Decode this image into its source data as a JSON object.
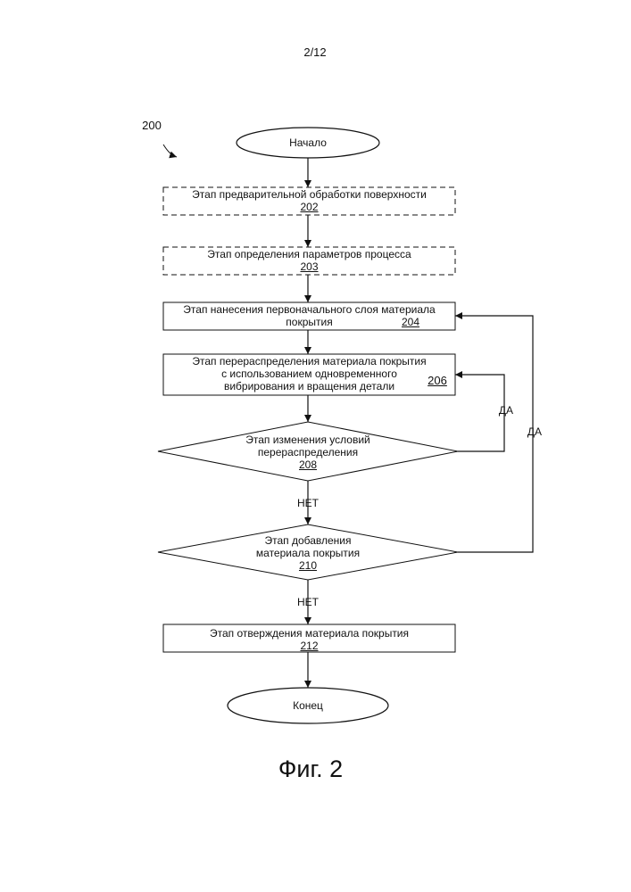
{
  "page_number": "2/12",
  "diagram_ref": "200",
  "nodes": {
    "start": {
      "label": "Начало"
    },
    "s202": {
      "label": "Этап предварительной обработки поверхности",
      "ref": "202"
    },
    "s203": {
      "label": "Этап определения параметров процесса",
      "ref": "203"
    },
    "s204": {
      "label_1": "Этап нанесения первоначального слоя материала",
      "label_2": "покрытия",
      "ref": "204"
    },
    "s206": {
      "label_1": "Этап перераспределения материала покрытия",
      "label_2": "с использованием одновременного",
      "label_3": "вибрирования и вращения детали",
      "ref": "206"
    },
    "d208": {
      "label_1": "Этап изменения условий",
      "label_2": "перераспределения",
      "ref": "208"
    },
    "d210": {
      "label_1": "Этап добавления",
      "label_2": "материала покрытия",
      "ref": "210"
    },
    "s212": {
      "label": "Этап отверждения материала покрытия",
      "ref": "212"
    },
    "end": {
      "label": "Конец"
    }
  },
  "edges": {
    "yes_208": "ДА",
    "no_208": "НЕТ",
    "yes_210": "ДА",
    "no_210": "НЕТ"
  },
  "caption": "Фиг. 2"
}
